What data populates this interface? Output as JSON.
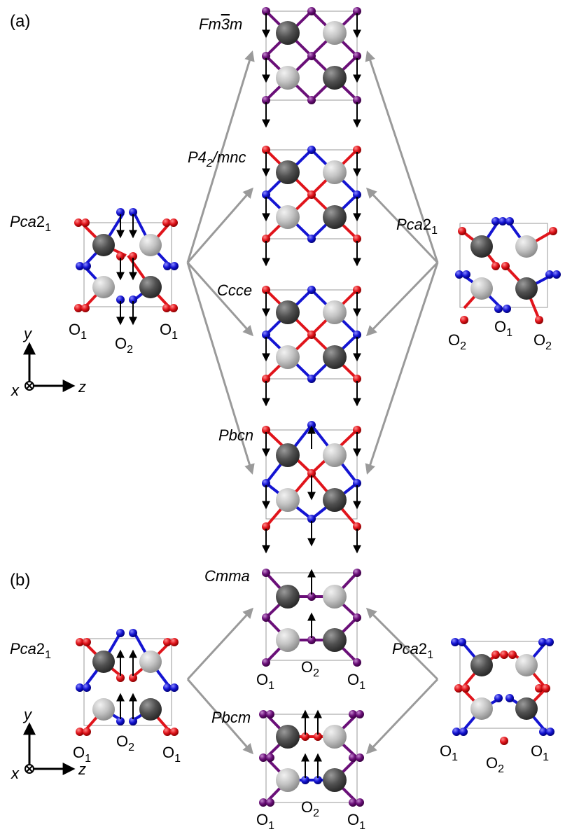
{
  "panels": {
    "a": "(a)",
    "b": "(b)"
  },
  "space_groups": {
    "fm3m_prefix": "Fm",
    "fm3m_bar": "3",
    "fm3m_suffix": "m",
    "p42mnc_prefix": "P4",
    "p42mnc_sub": "2",
    "p42mnc_suffix": "/mnc",
    "ccce": "Ccce",
    "pbcn": "Pbcn",
    "cmma": "Cmma",
    "pbcm": "Pbcm",
    "pca21_prefix": "Pca",
    "pca21_2": "2",
    "pca21_sub": "1"
  },
  "sites": {
    "O": "O",
    "sub1": "1",
    "sub2": "2"
  },
  "axes": {
    "x": "x",
    "y": "y",
    "z": "z"
  },
  "colors": {
    "anion_red": "#e0141b",
    "anion_blue": "#1414d2",
    "anion_purple": "#6a0f78",
    "cation_dark": "#505050",
    "cation_light": "#c3c3c3",
    "arrow_gray": "#9a9a9a",
    "cell_box": "#9a9a9a"
  }
}
